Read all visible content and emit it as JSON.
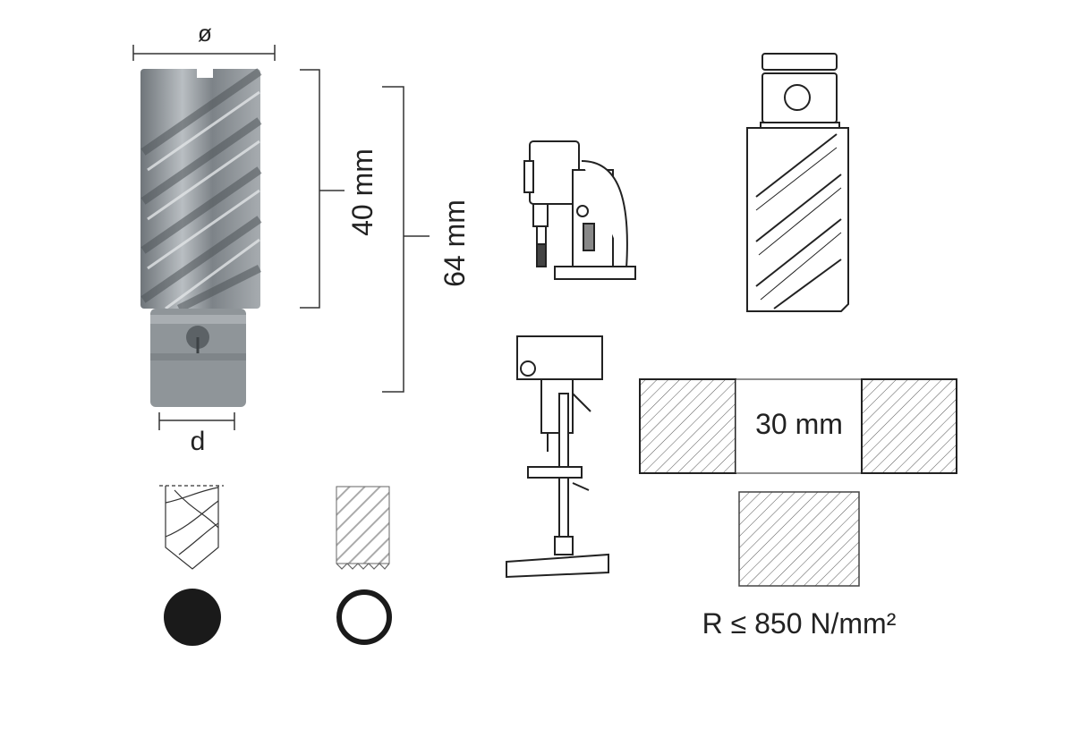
{
  "dimensions": {
    "diameter_symbol": "ø",
    "cutting_depth": "40 mm",
    "total_length": "64 mm",
    "shank_symbol": "d"
  },
  "workpiece": {
    "max_thickness": "30 mm",
    "material_strength": "R ≤ 850 N/mm²"
  },
  "icons": {
    "twist-drill": "twist-drill-icon",
    "saw-blade": "saw-blade-icon",
    "filled-circle": "solid-hole-icon",
    "ring": "core-ring-icon",
    "magnetic-drill": "magnetic-drill-icon",
    "pillar-drill": "pillar-drill-icon",
    "annular-cutter": "annular-cutter-icon"
  },
  "colors": {
    "line": "#333333",
    "steel": "#8a8f93"
  }
}
